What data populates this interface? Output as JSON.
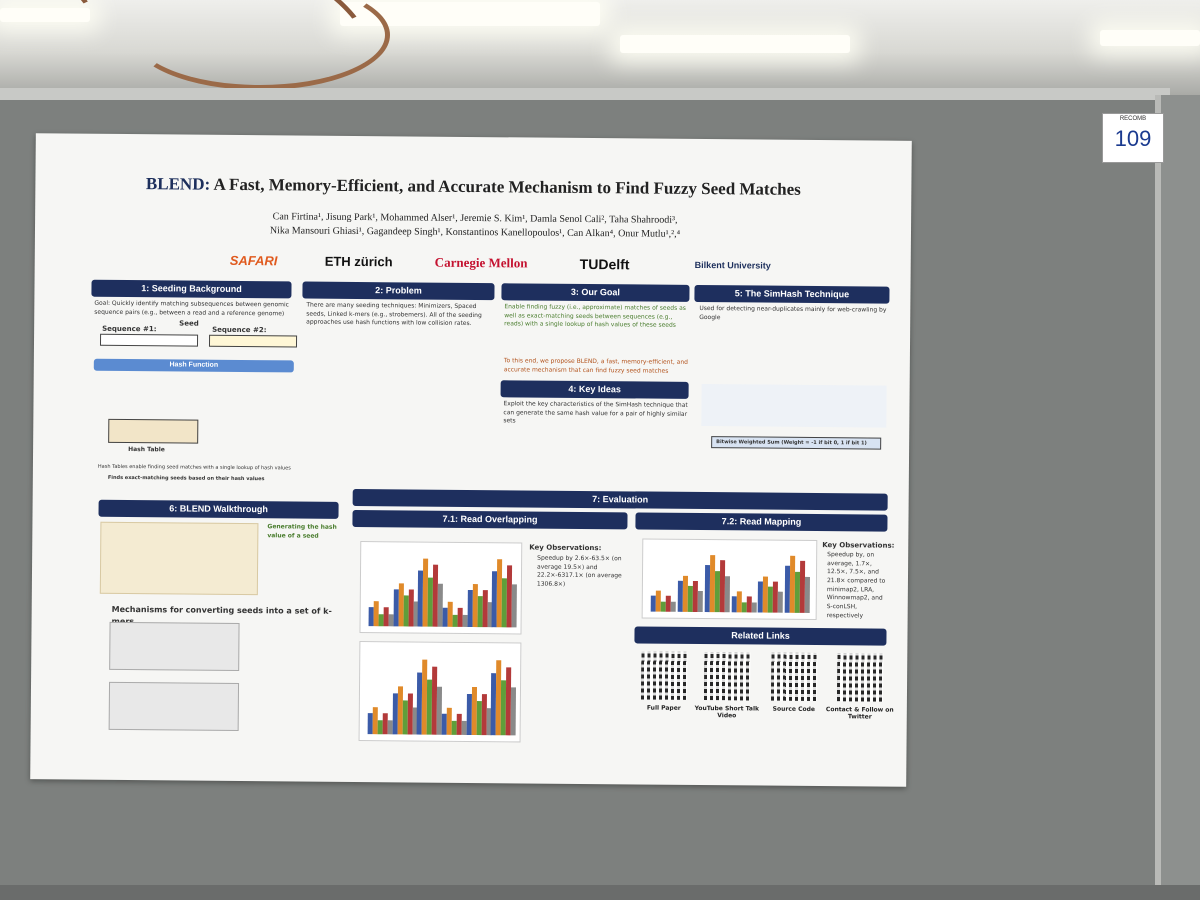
{
  "booth": {
    "small": "RECOMB",
    "number": "109"
  },
  "poster": {
    "title_strong": "BLEND:",
    "title_rest": " A Fast, Memory-Efficient, and Accurate Mechanism to Find Fuzzy Seed Matches",
    "authors_line1": "Can Firtina¹, Jisung Park¹, Mohammed Alser¹, Jeremie S. Kim¹, Damla Senol Cali², Taha Shahroodi³,",
    "authors_line2": "Nika Mansouri Ghiasi¹, Gagandeep Singh¹, Konstantinos Kanellopoulos¹, Can Alkan⁴, Onur Mutlu¹,²,⁴",
    "logos": [
      "SAFARI",
      "ETH zürich",
      "Carnegie Mellon",
      "TUDelft",
      "Bilkent University"
    ],
    "sections": {
      "s1": "1: Seeding Background",
      "s2": "2: Problem",
      "s3": "3: Our Goal",
      "s4": "4: Key Ideas",
      "s5": "5: The SimHash Technique",
      "s6": "6: BLEND Walkthrough",
      "s7": "7: Evaluation",
      "s71": "7.1: Read Overlapping",
      "s72": "7.2: Read Mapping",
      "links": "Related Links"
    },
    "s1_goal": "Goal: Quickly identify matching subsequences between genomic sequence pairs (e.g., between a read and a reference genome)",
    "s1_seq1": "Sequence #1:",
    "s1_seq2": "Sequence #2:",
    "s1_seed": "Seed",
    "s1_hashfn": "Hash Function",
    "s1_hashtable": "Hash Table",
    "s1_bullet1": "Hash Tables enable finding seed matches with a single lookup of hash values",
    "s1_bullet2": "Finds exact-matching seeds based on their hash values",
    "s2_text": "There are many seeding techniques: Minimizers, Spaced seeds, Linked k-mers (e.g., strobemers). All of the seeding approaches use hash functions with low collision rates.",
    "s3_text": "Enable finding fuzzy (i.e., approximate) matches of seeds as well as exact-matching seeds between sequences (e.g., reads) with a single lookup of hash values of these seeds",
    "s3_text2": "To this end, we propose BLEND, a fast, memory-efficient, and accurate mechanism that can find fuzzy seed matches",
    "s4_text": "Exploit the key characteristics of the SimHash technique that can generate the same hash value for a pair of highly similar sets",
    "s5_text": "Used for detecting near-duplicates mainly for web-crawling by Google",
    "s5_weighted": "Bitwise Weighted Sum (Weight = -1 if bit 0, 1 if bit 1)",
    "s6_text": "Generating the hash value of a seed",
    "s6_mech": "Mechanisms for converting seeds into a set of k-mers",
    "s7_obs": "Key Observations:",
    "s71_obs1": "Speedup by 2.6×-63.5× (on average 19.5×) and 22.2×-6317.1× (on average 1306.8×)",
    "s72_obs": "Speedup by, on average, 1.7×, 12.5×, 7.5×, and 21.8× compared to minimap2, LRA, Winnowmap2, and S-conLSH, respectively",
    "links": [
      "Full Paper",
      "YouTube Short Talk Video",
      "Source Code",
      "Contact & Follow on Twitter"
    ]
  },
  "chart_data": [
    {
      "type": "bar",
      "series": [
        {
          "values": [
            3,
            6,
            9
          ]
        },
        {
          "values": [
            4,
            7,
            11
          ]
        },
        {
          "values": [
            2,
            5,
            8
          ]
        },
        {
          "values": [
            3,
            6,
            10
          ]
        },
        {
          "values": [
            2,
            4,
            7
          ]
        }
      ]
    }
  ]
}
